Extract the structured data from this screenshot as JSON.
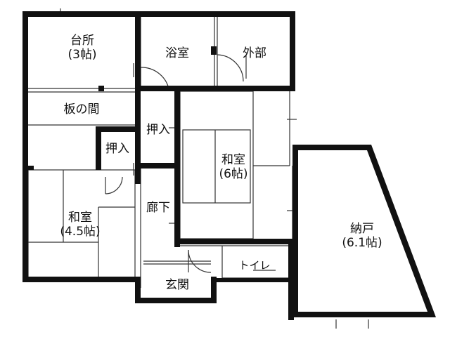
{
  "rooms": {
    "kitchen": {
      "name": "台所",
      "size": "(3帖)"
    },
    "bath": {
      "name": "浴室"
    },
    "exterior": {
      "name": "外部"
    },
    "wood_room": {
      "name": "板の間"
    },
    "closet_left": {
      "name": "押入"
    },
    "closet_center": {
      "name": "押入"
    },
    "washitsu_large": {
      "name": "和室",
      "size": "(6帖)"
    },
    "washitsu_small": {
      "name": "和室",
      "size": "(4.5帖)"
    },
    "hallway": {
      "name": "廊下"
    },
    "toilet": {
      "name": "トイレ"
    },
    "entrance": {
      "name": "玄関"
    },
    "storage": {
      "name": "納戸",
      "size": "(6.1帖)"
    }
  },
  "colors": {
    "wall": "#111111",
    "line": "#333333",
    "background": "#ffffff"
  }
}
